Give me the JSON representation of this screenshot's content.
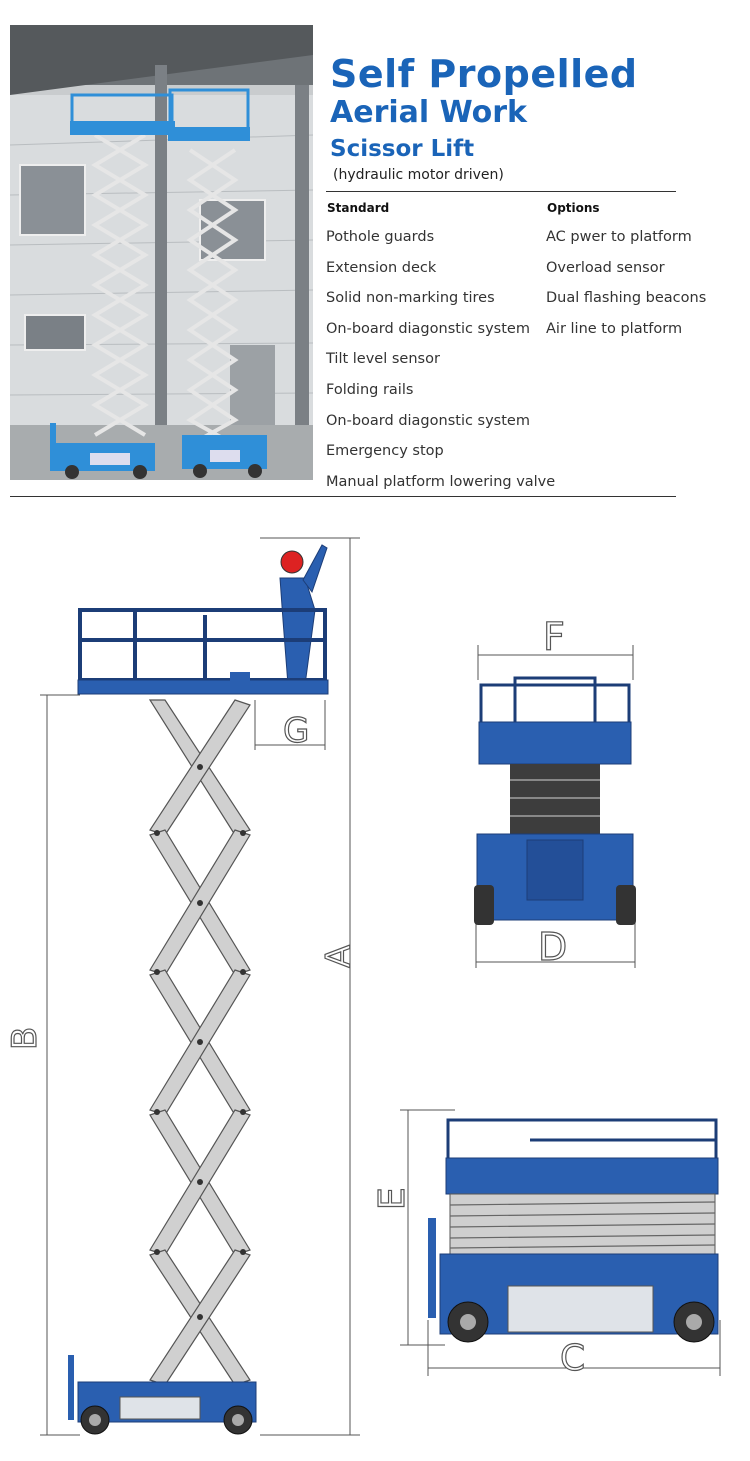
{
  "header": {
    "title_line1": "Self Propelled",
    "title_line2": "Aerial Work",
    "title_line3": "Scissor Lift",
    "subtitle": "(hydraulic motor driven)"
  },
  "standard": {
    "heading": "Standard",
    "items": [
      "Pothole  guards",
      "Extension deck",
      "Solid non-marking tires",
      "On-board diagonstic system",
      "Tilt level sensor",
      "Folding rails",
      "On-board diagonstic system",
      "Emergency stop",
      "Manual platform lowering valve"
    ]
  },
  "options": {
    "heading": "Options",
    "items": [
      "AC pwer to platform",
      "Overload sensor",
      "Dual flashing beacons",
      "Air line to platform"
    ]
  },
  "dimensions": {
    "A": "A",
    "B": "B",
    "C": "C",
    "D": "D",
    "E": "E",
    "F": "F",
    "G": "G"
  },
  "colors": {
    "brand_blue": "#1a64b8",
    "machine_blue": "#2a5fb0",
    "scissor_grey": "#c8c8c8"
  }
}
